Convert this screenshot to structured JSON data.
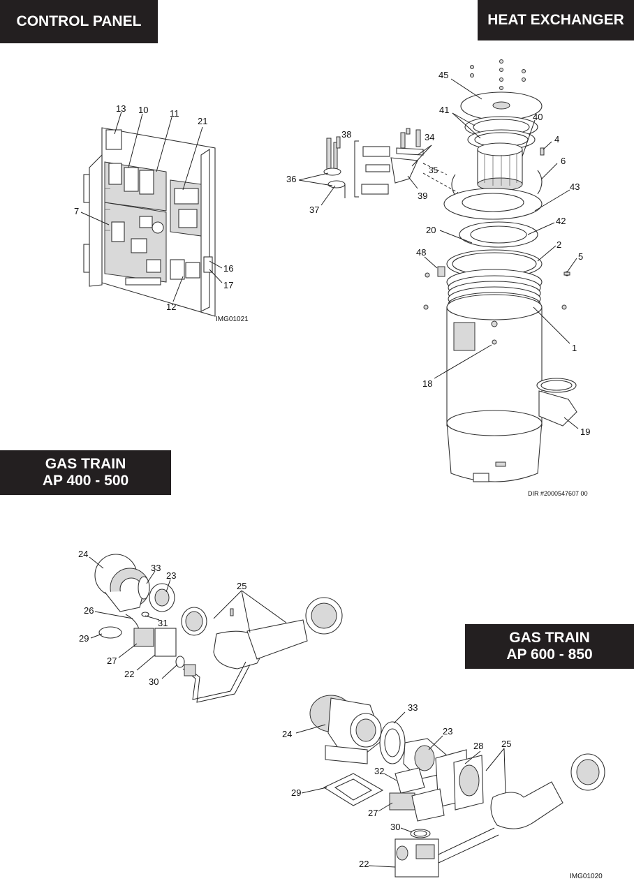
{
  "headers": {
    "control_panel": "CONTROL PANEL",
    "heat_exchanger": "HEAT EXCHANGER",
    "gas_train_small_line1": "GAS TRAIN",
    "gas_train_small_line2": "AP 400 - 500",
    "gas_train_large_line1": "GAS TRAIN",
    "gas_train_large_line2": "AP 600 - 850"
  },
  "references": {
    "control_panel_img": "IMG01021",
    "heat_exchanger_dir": "DIR #2000547607   00",
    "gas_train_img": "IMG01020"
  },
  "control_panel_callouts": {
    "c13": "13",
    "c10": "10",
    "c11": "11",
    "c21": "21",
    "c7": "7",
    "c16": "16",
    "c17": "17",
    "c12": "12"
  },
  "heat_exchanger_callouts": {
    "c45": "45",
    "c41": "41",
    "c40": "40",
    "c4": "4",
    "c6": "6",
    "c43": "43",
    "c38": "38",
    "c34": "34",
    "c35": "35",
    "c36": "36",
    "c37": "37",
    "c39": "39",
    "c42": "42",
    "c20": "20",
    "c2": "2",
    "c48": "48",
    "c5": "5",
    "c1": "1",
    "c18": "18",
    "c19": "19"
  },
  "gas_train_small_callouts": {
    "c24": "24",
    "c33": "33",
    "c23": "23",
    "c25": "25",
    "c26": "26",
    "c31": "31",
    "c29": "29",
    "c27": "27",
    "c22": "22",
    "c30": "30"
  },
  "gas_train_large_callouts": {
    "c33": "33",
    "c24": "24",
    "c23": "23",
    "c28": "28",
    "c25": "25",
    "c32": "32",
    "c29": "29",
    "c27": "27",
    "c30": "30",
    "c22": "22"
  }
}
